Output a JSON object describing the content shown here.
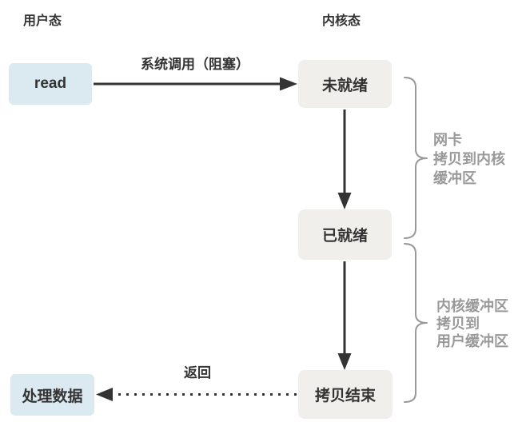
{
  "headers": {
    "user_mode": "用户态",
    "kernel_mode": "内核态"
  },
  "nodes": {
    "read": "read",
    "not_ready": "未就绪",
    "ready": "已就绪",
    "copy_done": "拷贝结束",
    "process_data": "处理数据"
  },
  "edges": {
    "syscall_label": "系统调用（阻塞）",
    "return_label": "返回"
  },
  "annotations": {
    "nic_copy": {
      "lines": [
        "网卡",
        "拷贝到内核",
        "缓冲区"
      ]
    },
    "kernel_to_user_copy": {
      "lines": [
        "内核缓冲区",
        "拷贝到",
        "用户缓冲区"
      ]
    }
  },
  "colors": {
    "background": "#ffffff",
    "user_box_fill": "#dbe9f1",
    "kernel_box_fill": "#f0efeb",
    "text_dark": "#333333",
    "arrow": "#333333",
    "annotation_gray": "#999999"
  }
}
